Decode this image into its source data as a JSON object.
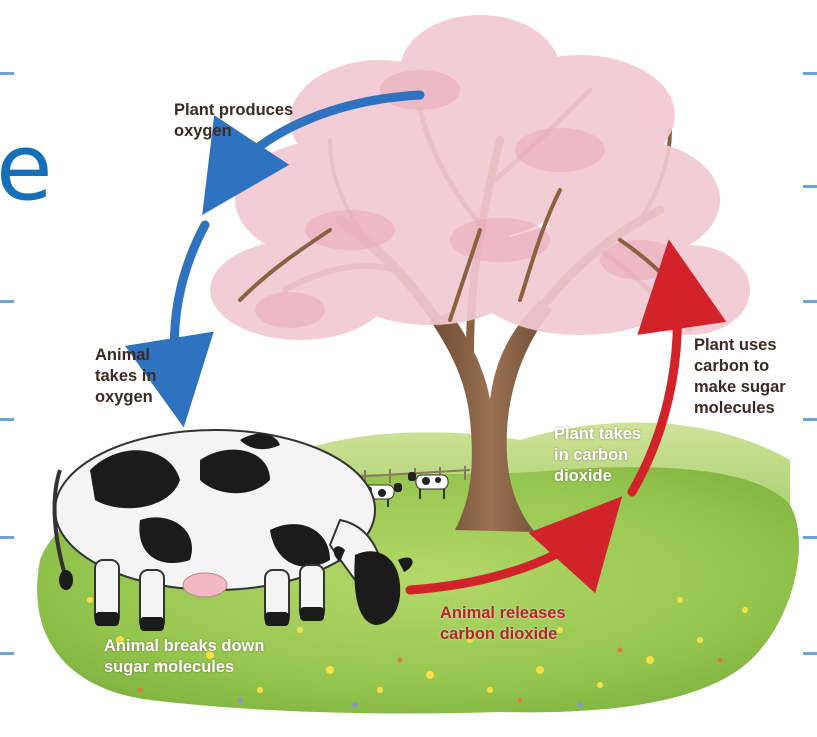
{
  "slide": {
    "title_fragment": "e"
  },
  "colors": {
    "oxygen_arrow": "#2f72c0",
    "carbon_arrow": "#d2232a",
    "slide_title": "#1470b8",
    "grass": "#8dc24a",
    "blossom": "#f3c9d3",
    "trunk": "#8a6141"
  },
  "diagram": {
    "labels": {
      "plant_produces_oxygen": "Plant produces\noxygen",
      "animal_takes_in_oxygen": "Animal\ntakes in\noxygen",
      "plant_uses_carbon": "Plant uses\ncarbon to\nmake sugar\nmolecules",
      "plant_takes_in_co2": "Plant takes\nin carbon\ndioxide",
      "animal_releases_co2": "Animal releases\ncarbon dioxide",
      "animal_breaks_down_sugar": "Animal breaks down\nsugar molecules"
    }
  }
}
